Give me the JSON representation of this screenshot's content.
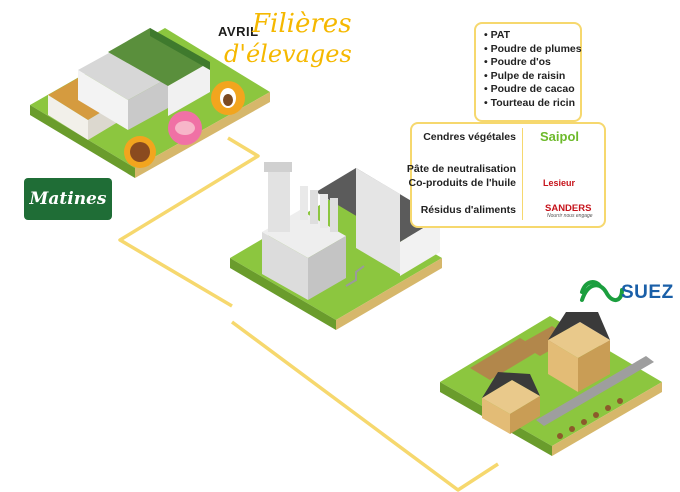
{
  "brands": {
    "avril": "AVRIL",
    "filieres": "Filières",
    "elevages": "d'élevages",
    "matines": "Matines",
    "suez": "SUEZ",
    "saipol": "Saipol",
    "lesieur": "Lesieur",
    "sanders": "SANDERS",
    "sanders_tagline": "Nourrir nous engage"
  },
  "products": [
    "• PAT",
    "• Poudre de plumes",
    "• Poudre d'os",
    "• Pulpe de raisin",
    "• Poudre de cacao",
    "• Tourteau de ricin"
  ],
  "suppliers": {
    "cendres": "Cendres végétales",
    "pate": "Pâte de neutralisation",
    "coproduits": "Co-produits de l'huile",
    "residus": "Résidus d'aliments"
  },
  "colors": {
    "connector": "#f6d86e",
    "grass": "#8cc63f",
    "soil": "#c9a15a",
    "brand_filieres": "#f5b800",
    "matines_green": "#1f6d36",
    "suez_blue": "#1a5fa8",
    "saipol_green": "#6dba2b",
    "lesieur_red": "#c6131b"
  }
}
